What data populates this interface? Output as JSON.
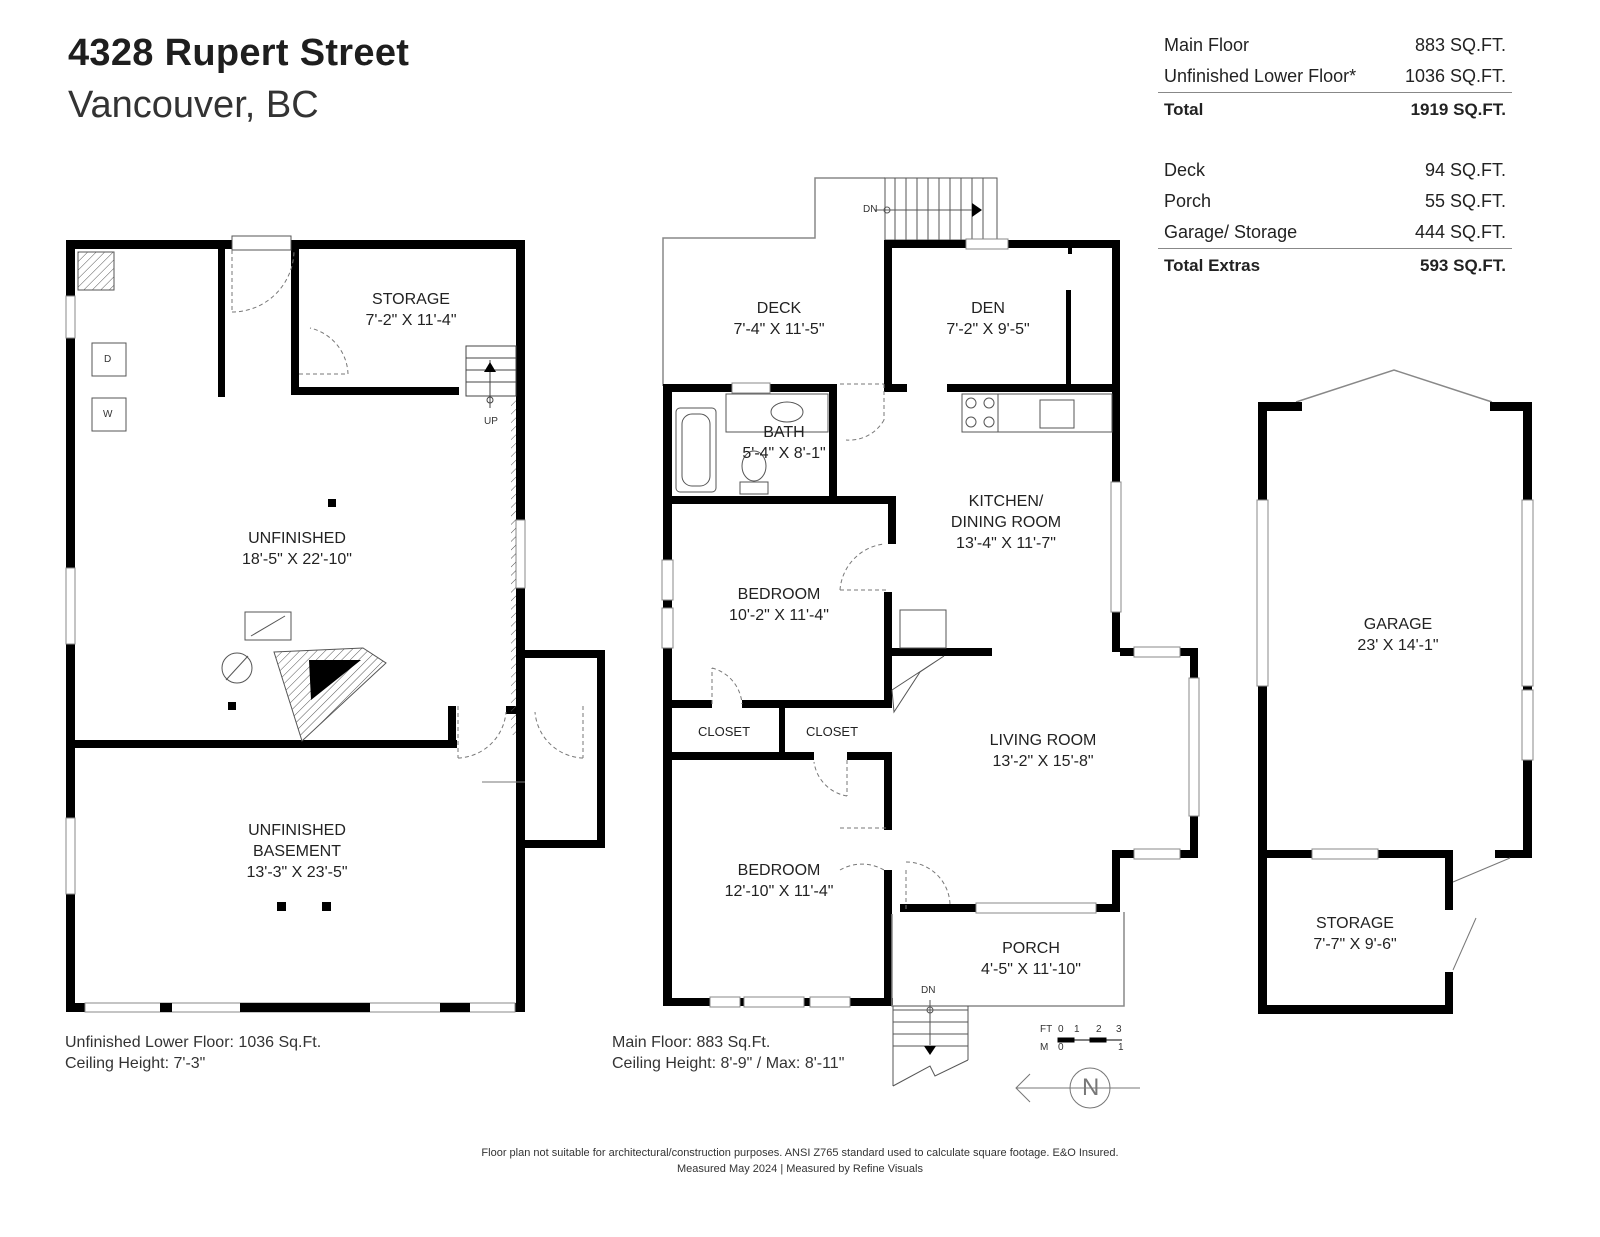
{
  "header": {
    "title": "4328 Rupert Street",
    "subtitle": "Vancouver, BC"
  },
  "areas": {
    "main_floor": {
      "label": "Main Floor",
      "value": "883 SQ.FT."
    },
    "lower_floor": {
      "label": "Unfinished Lower Floor*",
      "value": "1036 SQ.FT."
    },
    "total": {
      "label": "Total",
      "value": "1919 SQ.FT."
    },
    "deck": {
      "label": "Deck",
      "value": "94 SQ.FT."
    },
    "porch": {
      "label": "Porch",
      "value": "55 SQ.FT."
    },
    "garage": {
      "label": "Garage/ Storage",
      "value": "444 SQ.FT."
    },
    "total_extras": {
      "label": "Total Extras",
      "value": "593 SQ.FT."
    }
  },
  "lower_floor": {
    "storage": {
      "name": "STORAGE",
      "dims": "7'-2\" X 11'-4\""
    },
    "unfinished": {
      "name": "UNFINISHED",
      "dims": "18'-5\" X 22'-10\""
    },
    "basement": {
      "name_1": "UNFINISHED",
      "name_2": "BASEMENT",
      "dims": "13'-3\" X 23'-5\""
    },
    "dryer": "D",
    "washer": "W",
    "up": "UP",
    "caption_1": "Unfinished Lower Floor: 1036 Sq.Ft.",
    "caption_2": "Ceiling Height: 7'-3\""
  },
  "main_floor": {
    "deck": {
      "name": "DECK",
      "dims": "7'-4\" X 11'-5\""
    },
    "den": {
      "name": "DEN",
      "dims": "7'-2\" X 9'-5\""
    },
    "bath": {
      "name": "BATH",
      "dims": "5'-4\" X 8'-1\""
    },
    "kitchen": {
      "name_1": "KITCHEN/",
      "name_2": "DINING ROOM",
      "dims": "13'-4\" X  11'-7\""
    },
    "bedroom_1": {
      "name": "BEDROOM",
      "dims": "10'-2\" X 11'-4\""
    },
    "closet_1": "CLOSET",
    "closet_2": "CLOSET",
    "living": {
      "name": "LIVING ROOM",
      "dims": "13'-2\" X 15'-8\""
    },
    "bedroom_2": {
      "name": "BEDROOM",
      "dims": "12'-10\" X 11'-4\""
    },
    "porch": {
      "name": "PORCH",
      "dims": "4'-5\" X 11'-10\""
    },
    "dn_top": "DN",
    "dn_bottom": "DN",
    "caption_1": "Main Floor: 883 Sq.Ft.",
    "caption_2": "Ceiling Height: 8'-9\" / Max: 8'-11\""
  },
  "garage": {
    "garage": {
      "name": "GARAGE",
      "dims": "23' X 14'-1\""
    },
    "storage": {
      "name": "STORAGE",
      "dims": "7'-7\" X 9'-6\""
    }
  },
  "scale": {
    "ft": "FT",
    "m": "M",
    "ft_ticks": [
      "0",
      "1",
      "2",
      "3"
    ],
    "m_ticks": [
      "0",
      "1"
    ],
    "north": "N"
  },
  "footer": {
    "line_1": "Floor plan not suitable for architectural/construction purposes. ANSI Z765 standard used to calculate square footage. E&O Insured.",
    "line_2": "Measured May 2024 | Measured by Refine Visuals"
  },
  "colors": {
    "wall": "#000000",
    "text": "#222222",
    "thin_line": "#888888"
  }
}
